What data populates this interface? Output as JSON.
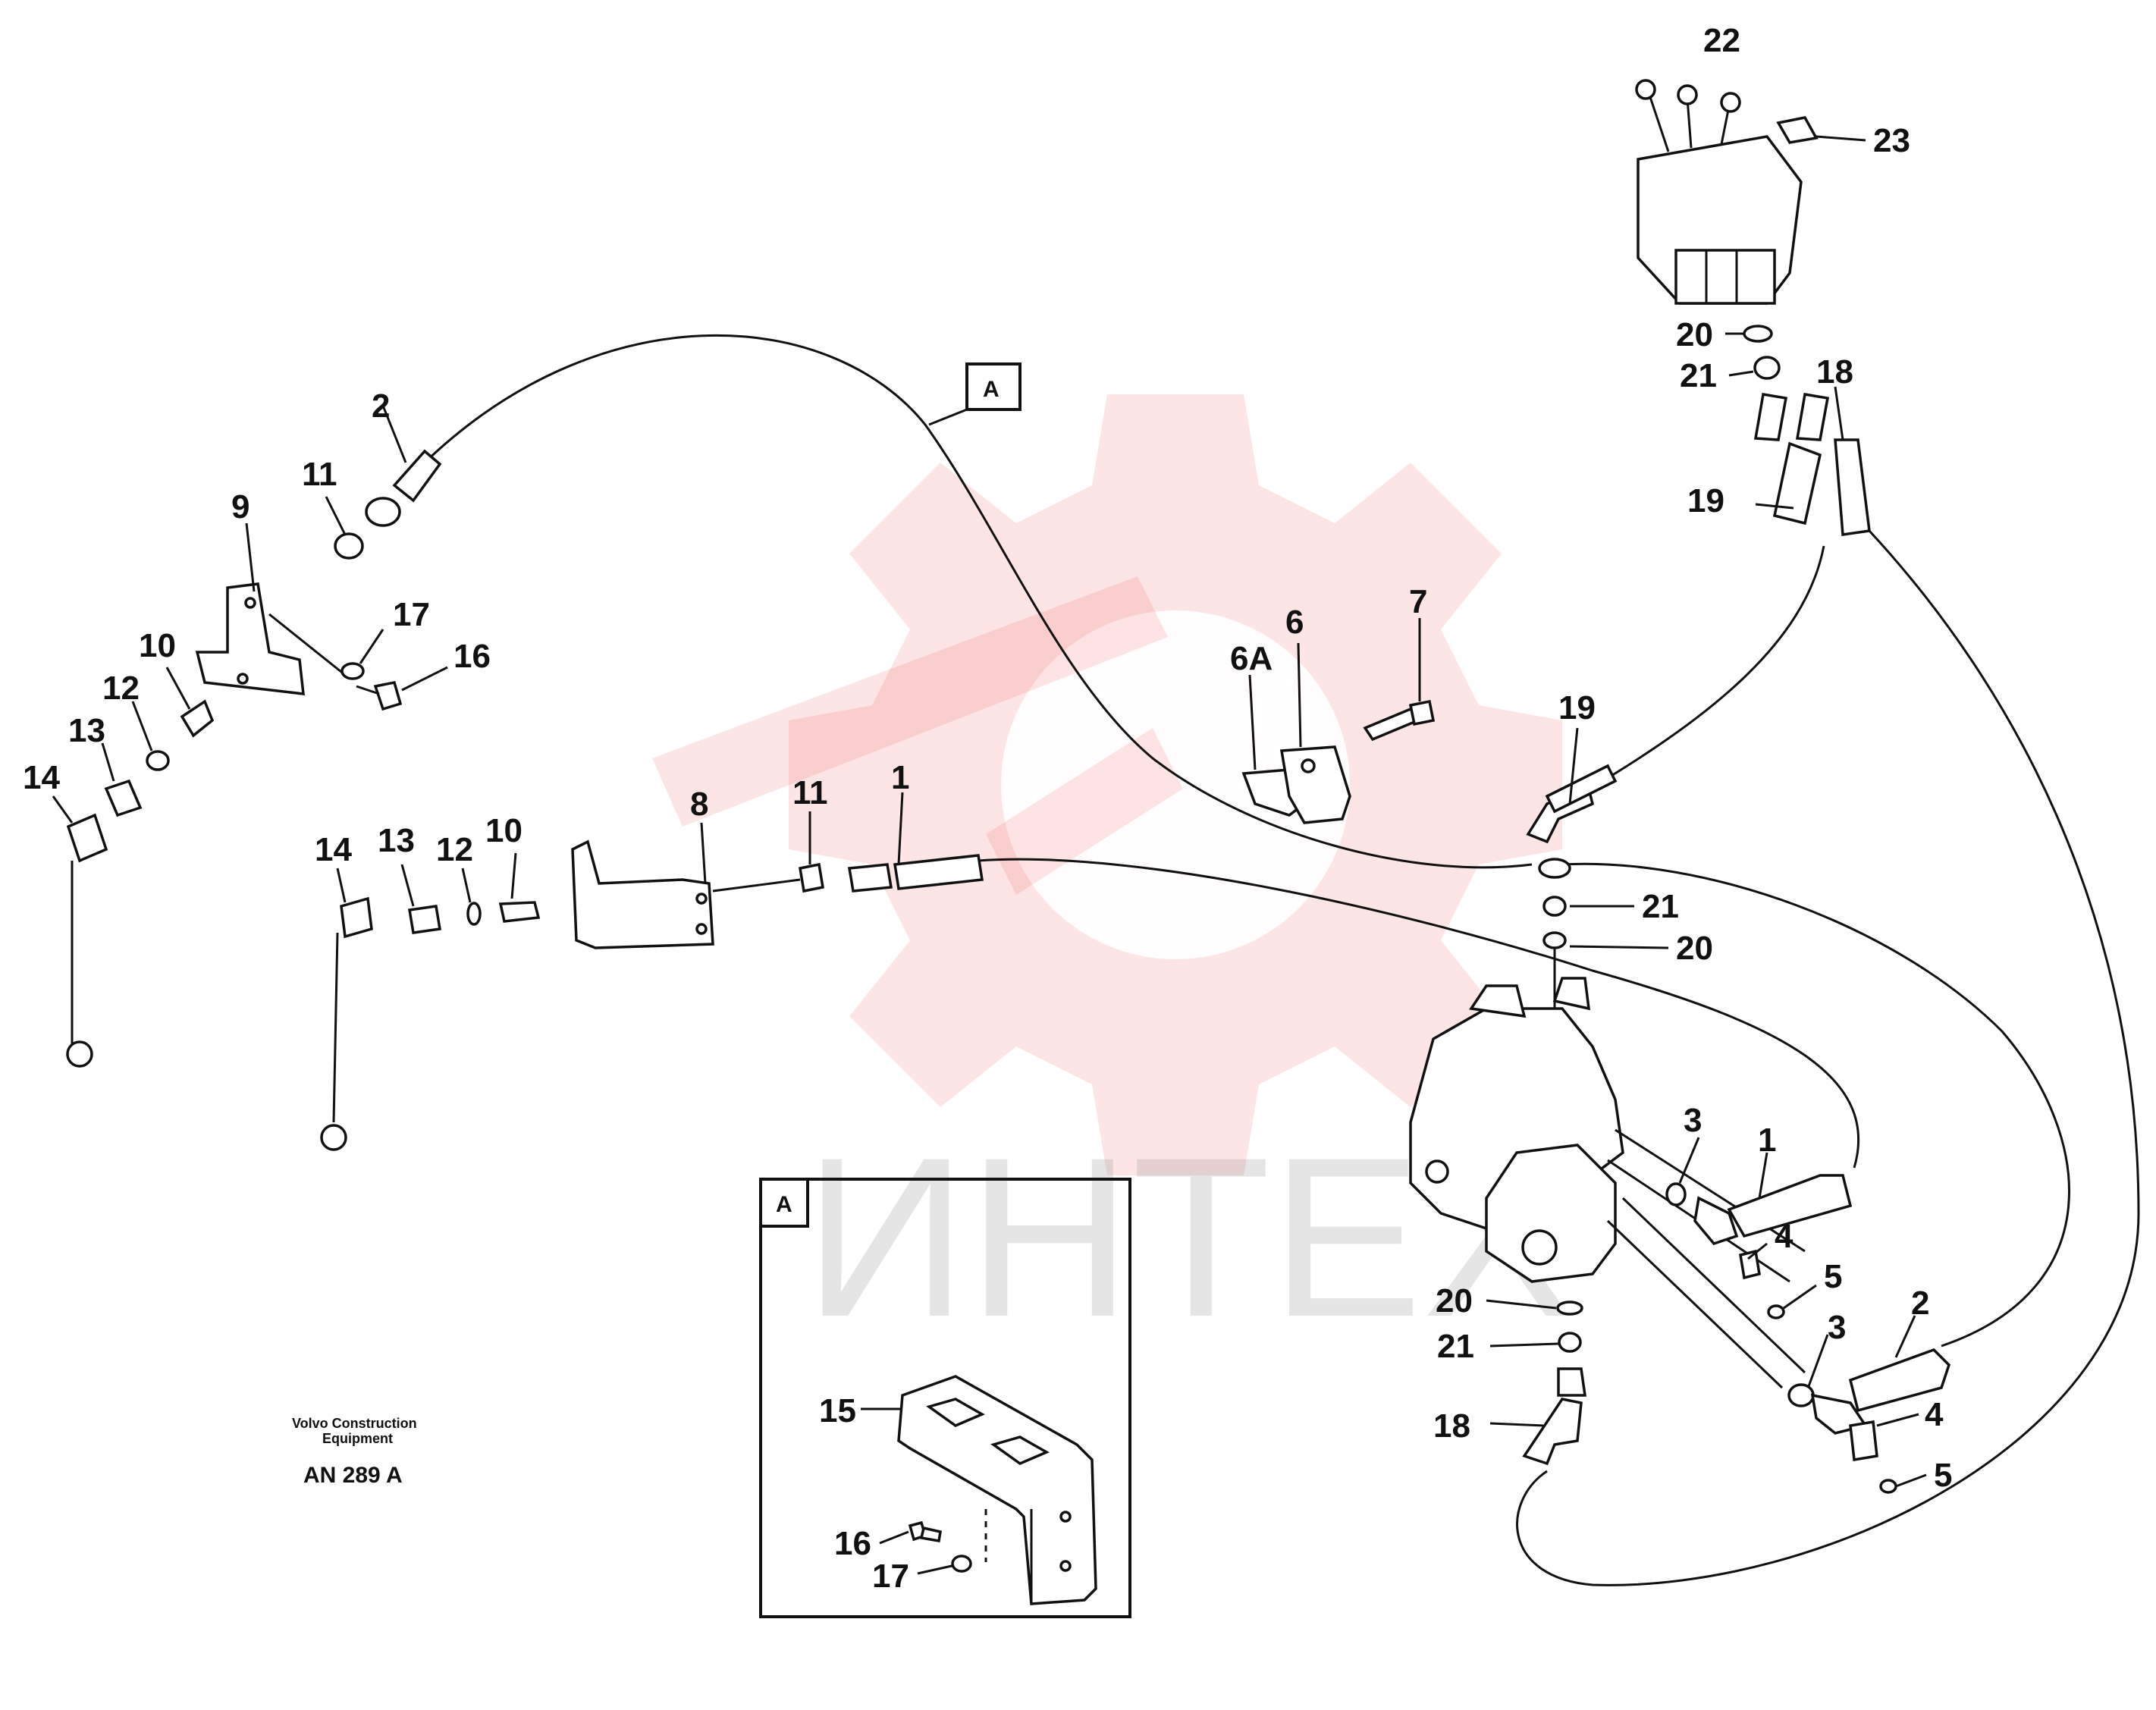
{
  "watermark": {
    "text": "ИНТЕХ",
    "color": "#ef2b2b"
  },
  "detail_flag": "A",
  "detail_box": {
    "title": "A",
    "labels": {
      "bracket": "15",
      "screw": "16",
      "washer": "17"
    }
  },
  "footer": {
    "maker": "Volvo Construction",
    "maker2": "Equipment",
    "code": "AN 289 A"
  },
  "callouts": {
    "c22": "22",
    "c23": "23",
    "c20a": "20",
    "c21a": "21",
    "c18a": "18",
    "c19a": "19",
    "c2a": "2",
    "c11a": "11",
    "c9": "9",
    "c17a": "17",
    "c16a": "16",
    "c10a": "10",
    "c12a": "12",
    "c13a": "13",
    "c14a": "14",
    "c6a": "6A",
    "c6": "6",
    "c7": "7",
    "c19b": "19",
    "c21b": "21",
    "c20b": "20",
    "c14b": "14",
    "c13b": "13",
    "c12b": "12",
    "c10b": "10",
    "c8": "8",
    "c11b": "11",
    "c1a": "1",
    "c3a": "3",
    "c1b": "1",
    "c4a": "4",
    "c5a": "5",
    "c20c": "20",
    "c21c": "21",
    "c3b": "3",
    "c2b": "2",
    "c18b": "18",
    "c4b": "4",
    "c5b": "5"
  }
}
